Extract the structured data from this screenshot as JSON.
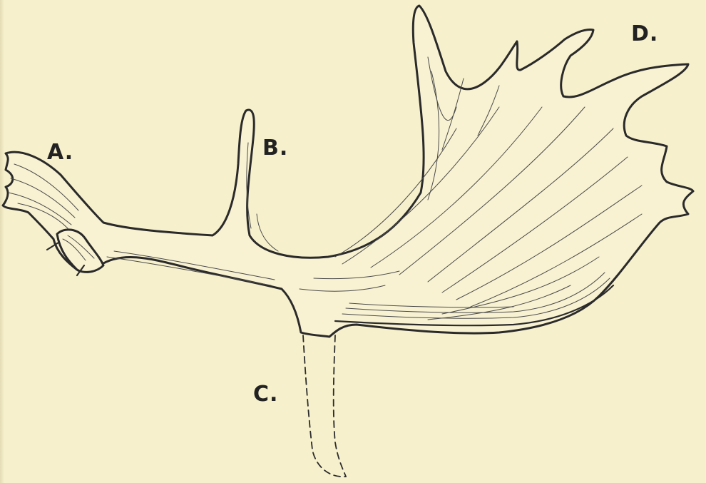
{
  "labels": {
    "a": "A.",
    "b": "B.",
    "c": "C.",
    "d": "D."
  },
  "colors": {
    "paper": "#f6f0cc",
    "ink": "#2a2a2a"
  }
}
